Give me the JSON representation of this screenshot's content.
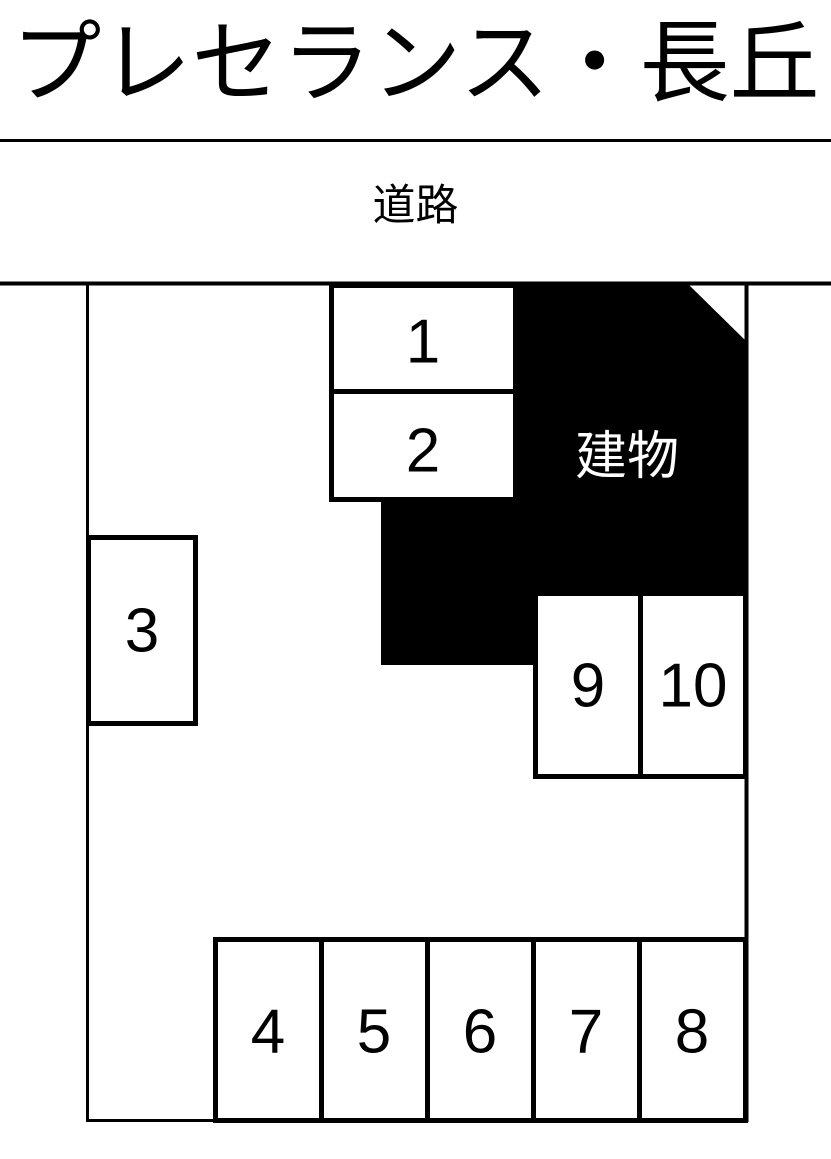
{
  "header": {
    "property_name": "プレセランス・長丘",
    "road_label": "道路"
  },
  "diagram": {
    "building_label": "建物",
    "building_fill": "#000000",
    "stall_fill": "#ffffff",
    "line_color": "#000000",
    "stalls": [
      {
        "number": "1"
      },
      {
        "number": "2"
      },
      {
        "number": "3"
      },
      {
        "number": "4"
      },
      {
        "number": "5"
      },
      {
        "number": "6"
      },
      {
        "number": "7"
      },
      {
        "number": "8"
      },
      {
        "number": "9"
      },
      {
        "number": "10"
      }
    ]
  }
}
